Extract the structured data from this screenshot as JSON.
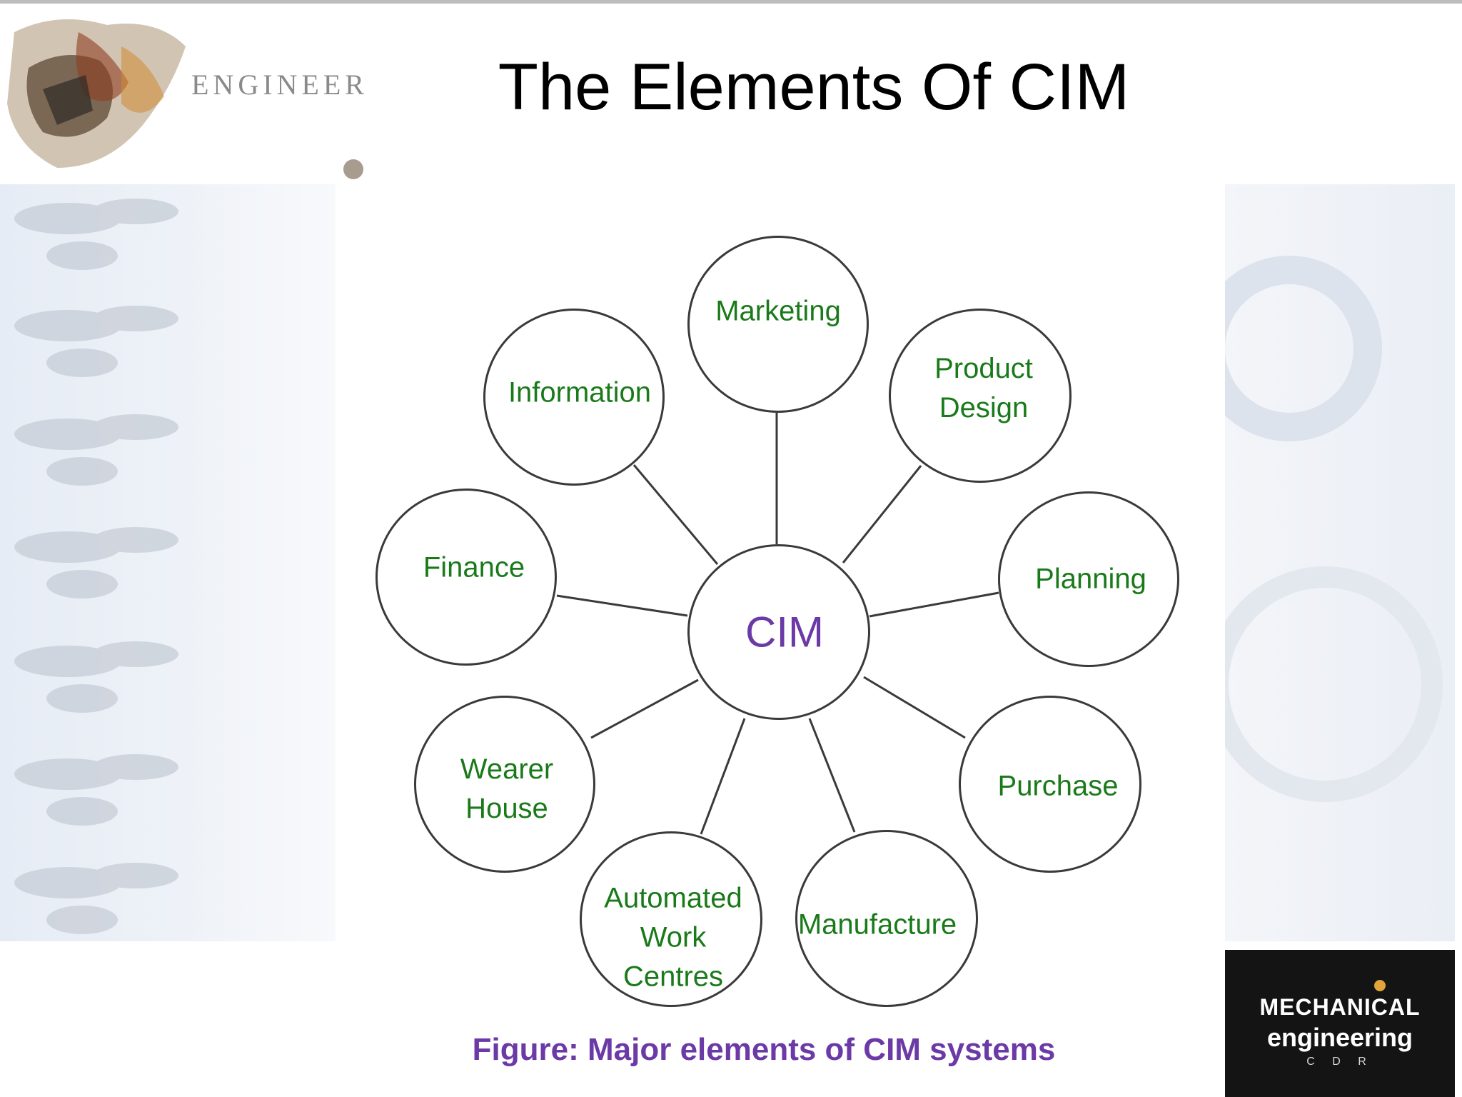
{
  "slide": {
    "title": "The Elements Of CIM",
    "caption": "Figure: Major elements of CIM systems",
    "logo_text": "ENGINEER"
  },
  "diagram": {
    "hub": "CIM",
    "nodes": [
      {
        "id": "marketing",
        "label": "Marketing"
      },
      {
        "id": "product-design",
        "label": "Product\nDesign"
      },
      {
        "id": "planning",
        "label": "Planning"
      },
      {
        "id": "purchase",
        "label": "Purchase"
      },
      {
        "id": "manufacture",
        "label": "Manufacture"
      },
      {
        "id": "automated-work-centres",
        "label": "Automated\nWork\nCentres"
      },
      {
        "id": "wearer-house",
        "label": "Wearer\nHouse"
      },
      {
        "id": "finance",
        "label": "Finance"
      },
      {
        "id": "information",
        "label": "Information"
      }
    ]
  },
  "brand": {
    "line1": "MECHANICAL",
    "line2": "engineering",
    "line3": "C D R"
  },
  "colors": {
    "node_label": "#1a7a1a",
    "hub_label": "#6b3aa6",
    "caption": "#6b3aa6",
    "outline": "#3a3a3a"
  }
}
